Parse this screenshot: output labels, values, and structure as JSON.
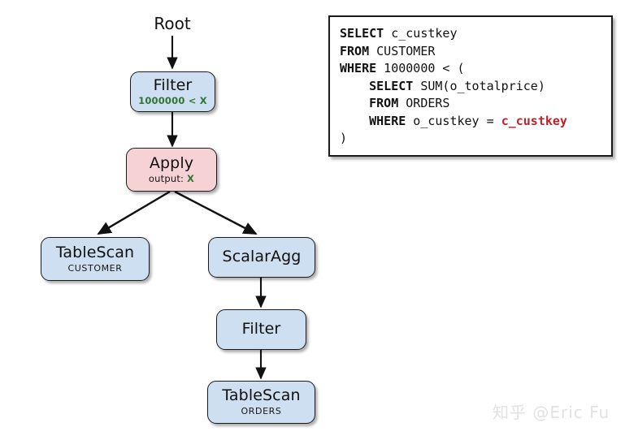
{
  "diagram": {
    "root_label": "Root",
    "nodes": [
      {
        "id": "filter-top",
        "title": "Filter",
        "subtitle": "1000000 < X",
        "subtitle_style": "green",
        "color": "blue"
      },
      {
        "id": "apply",
        "title": "Apply",
        "subtitle_prefix": "output: ",
        "subtitle_accent": "X",
        "color": "pink"
      },
      {
        "id": "tablescan-customer",
        "title": "TableScan",
        "subtitle": "CUSTOMER",
        "subtitle_style": "caps",
        "color": "blue"
      },
      {
        "id": "scalaragg",
        "title": "ScalarAgg",
        "subtitle": "",
        "subtitle_style": "none",
        "color": "blue"
      },
      {
        "id": "filter-bottom",
        "title": "Filter",
        "subtitle": "",
        "subtitle_style": "none",
        "color": "blue"
      },
      {
        "id": "tablescan-orders",
        "title": "TableScan",
        "subtitle": "ORDERS",
        "subtitle_style": "caps",
        "color": "blue"
      }
    ],
    "edges": [
      {
        "from": "Root",
        "to": "Filter"
      },
      {
        "from": "Filter",
        "to": "Apply"
      },
      {
        "from": "Apply",
        "to": "TableScan CUSTOMER"
      },
      {
        "from": "Apply",
        "to": "ScalarAgg"
      },
      {
        "from": "ScalarAgg",
        "to": "Filter"
      },
      {
        "from": "Filter",
        "to": "TableScan ORDERS"
      }
    ],
    "colors": {
      "node_blue": "#cddff0",
      "node_pink": "#f6d2d6",
      "node_border": "#1b1b1b",
      "accent_green": "#2f7533",
      "accent_red": "#b9242b",
      "edge": "#111111"
    }
  },
  "sql": {
    "lines": [
      [
        {
          "t": "SELECT",
          "s": "kw"
        },
        {
          "t": " c_custkey",
          "s": "plain"
        }
      ],
      [
        {
          "t": "FROM",
          "s": "kw"
        },
        {
          "t": " CUSTOMER",
          "s": "plain"
        }
      ],
      [
        {
          "t": "WHERE",
          "s": "kw"
        },
        {
          "t": " 1000000 < (",
          "s": "plain"
        }
      ],
      [
        {
          "t": "    ",
          "s": "plain"
        },
        {
          "t": "SELECT",
          "s": "kw"
        },
        {
          "t": " SUM(o_totalprice)",
          "s": "plain"
        }
      ],
      [
        {
          "t": "    ",
          "s": "plain"
        },
        {
          "t": "FROM",
          "s": "kw"
        },
        {
          "t": " ORDERS",
          "s": "plain"
        }
      ],
      [
        {
          "t": "    ",
          "s": "plain"
        },
        {
          "t": "WHERE",
          "s": "kw"
        },
        {
          "t": " o_custkey = ",
          "s": "plain"
        },
        {
          "t": "c_custkey",
          "s": "red"
        }
      ],
      [
        {
          "t": ")",
          "s": "plain"
        }
      ]
    ]
  },
  "watermark": {
    "text": "知乎 @Eric Fu"
  }
}
